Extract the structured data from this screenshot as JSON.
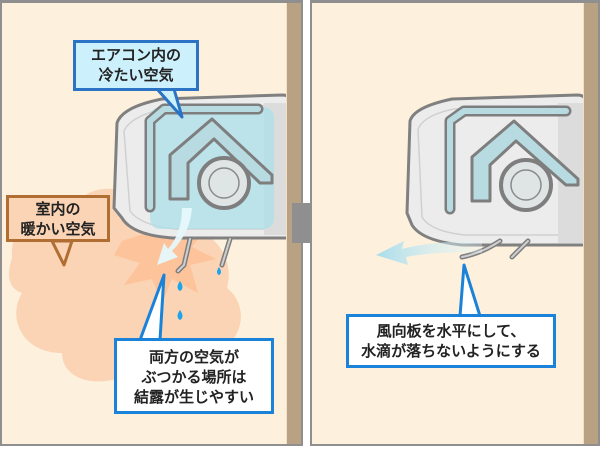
{
  "title": "エアコンの結露と風向板の調整",
  "left_panel": {
    "cold_air_label": [
      "エアコン内の",
      "冷たい空気"
    ],
    "warm_air_label": [
      "室内の",
      "暖かい空気"
    ],
    "condensation_note": [
      "両方の空気が",
      "ぶつかる場所は",
      "結露が生じやすい"
    ]
  },
  "right_panel": {
    "advice_note": [
      "風向板を水平にして、",
      "水滴が落ちないようにする"
    ]
  },
  "colors": {
    "background": "#fdf1dd",
    "wall": "#b9a183",
    "cold_bubble_fill": "#cdf1fc",
    "cold_bubble_border": "#2a73c5",
    "warm_bubble_fill": "#fbd3b5",
    "warm_bubble_border": "#b06e33",
    "note_border": "#1a83d9",
    "warm_air_cloud": "#fbd3b5",
    "water_drop": "#1ea4e8",
    "arrow": "#8f8f8f"
  }
}
